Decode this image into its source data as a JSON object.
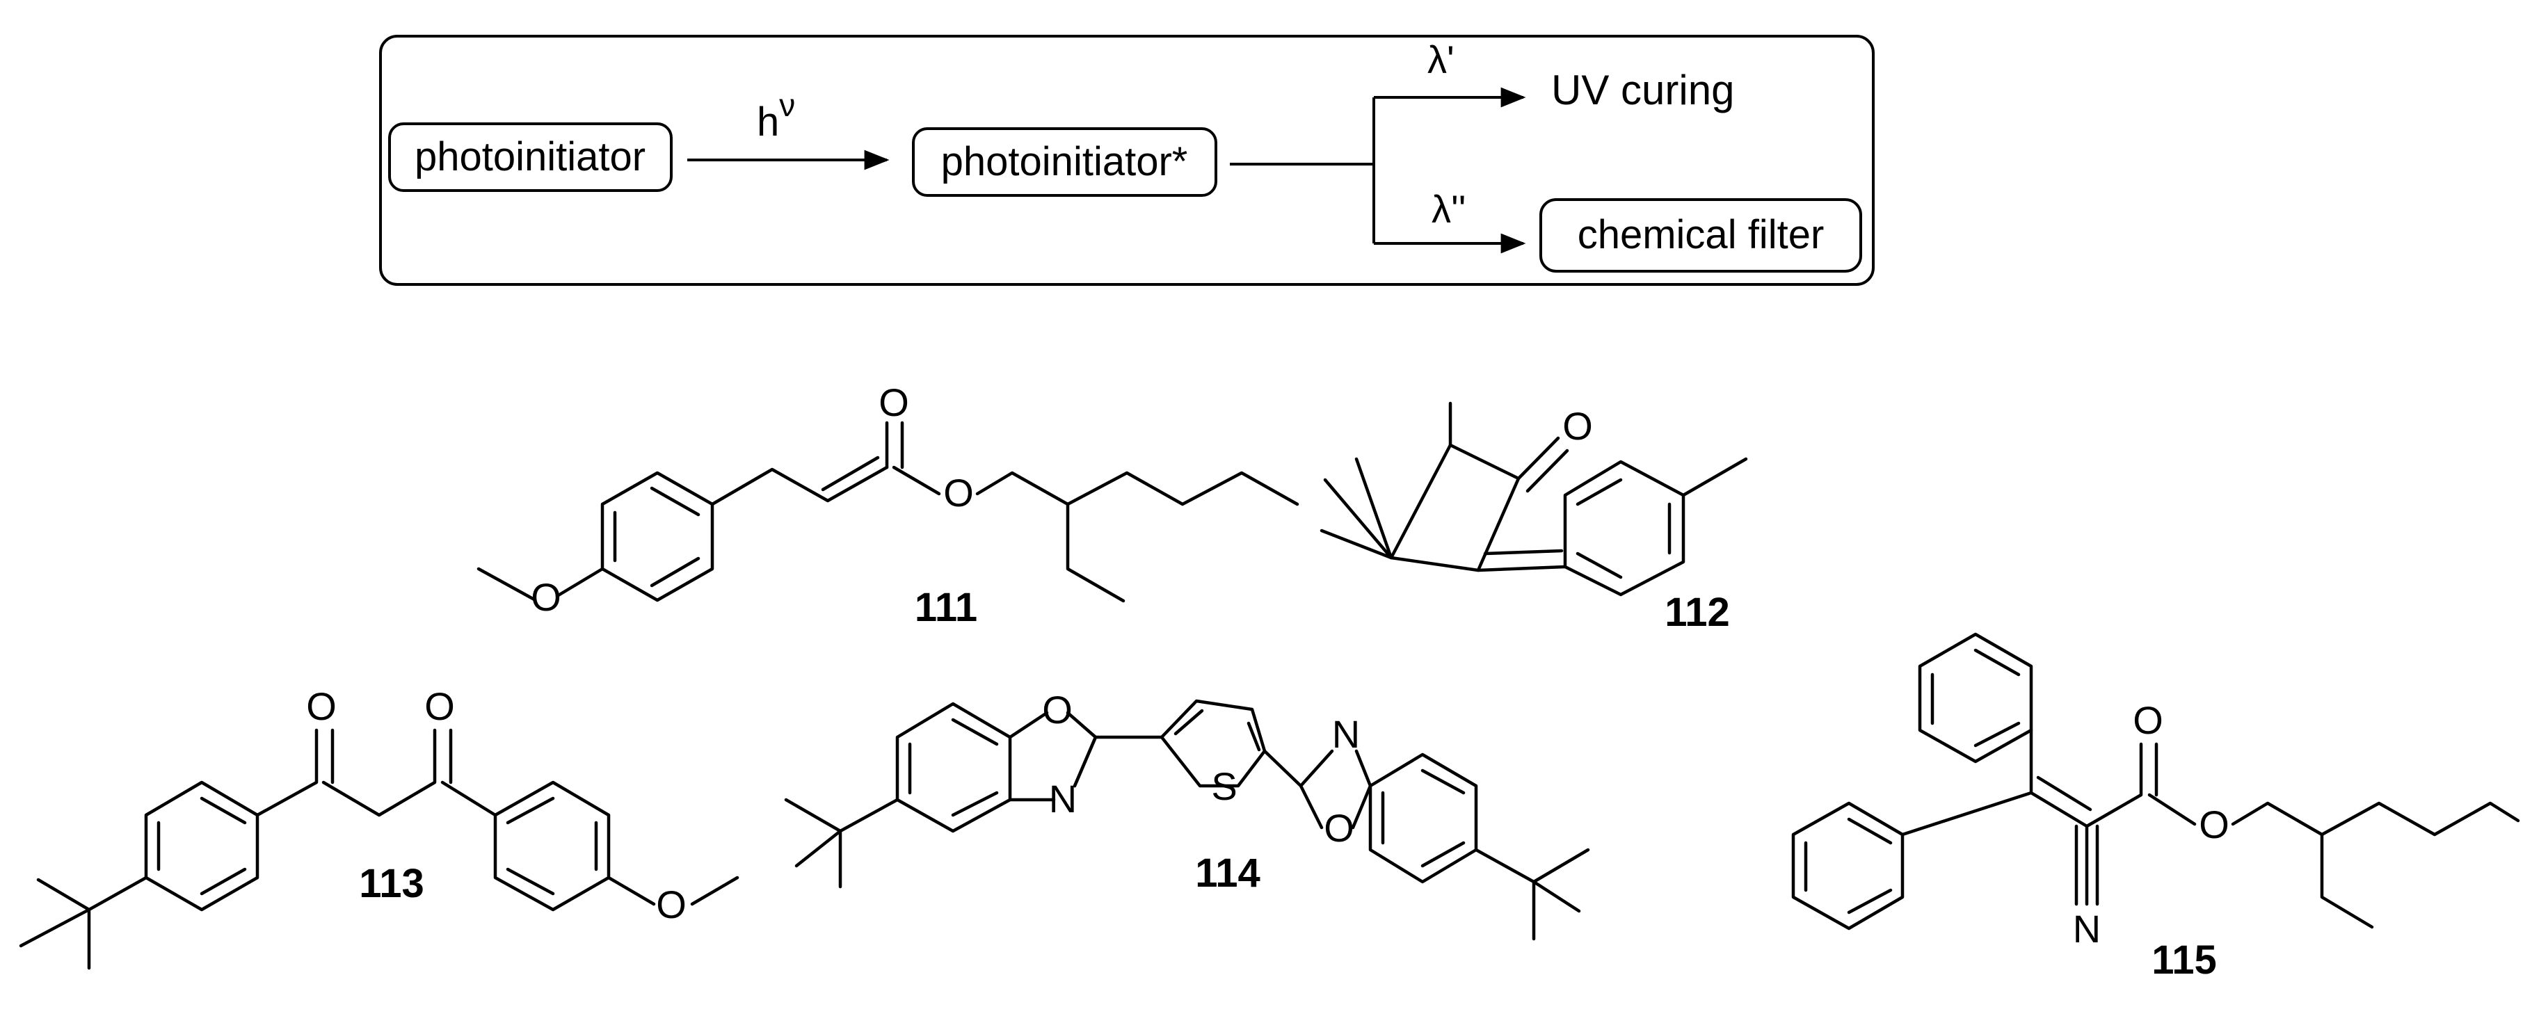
{
  "scheme": {
    "reactant": "photoinitiator",
    "light": "h",
    "light_sup": "ν",
    "excited": "photoinitiator*",
    "branch_top_label": "λ'",
    "branch_top_product": "UV curing",
    "branch_bottom_label": "λ''",
    "branch_bottom_product": "chemical filter"
  },
  "compounds": [
    {
      "id": "111",
      "label": "111"
    },
    {
      "id": "112",
      "label": "112"
    },
    {
      "id": "113",
      "label": "113"
    },
    {
      "id": "114",
      "label": "114"
    },
    {
      "id": "115",
      "label": "115"
    }
  ],
  "atoms": {
    "O": "O",
    "N": "N",
    "S": "S"
  }
}
